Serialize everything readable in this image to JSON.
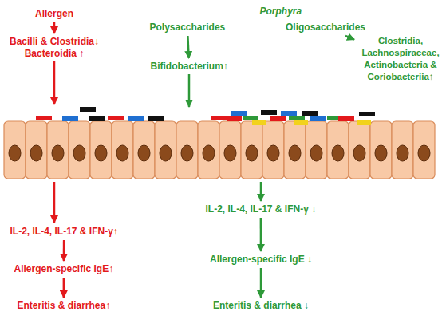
{
  "diagram": {
    "nodes": [
      {
        "text": [
          "Allergen"
        ]
      },
      {
        "text": [
          "Bacilli & Clostridia↓ Bacteroidia ↑"
        ]
      },
      {
        "text": [
          "IL-2, IL-4, IL-17 & IFN-γ↑"
        ]
      },
      {
        "text": [
          "Allergen-specific IgE↑"
        ]
      },
      {
        "text": [
          "Enteritis & diarrhea↑"
        ]
      },
      {
        "text": [
          "Polysaccharides"
        ]
      },
      {
        "text": [
          "Oligosaccharides"
        ]
      },
      {
        "text": [
          "Bifidobacterium↑"
        ]
      },
      {
        "text": [
          "Clostridia, Lachnospiraceae, Actinobacteria & Coriobacteriia↑"
        ]
      },
      {
        "text": [
          "IL-2, IL-4, IL-17 & IFN-γ ↓"
        ]
      },
      {
        "text": [
          "Allergen-specific IgE ↓"
        ]
      },
      {
        "text": [
          "Enteritis & diarrhea ↓"
        ]
      }
    ],
    "edges": [
      {
        "from": 0,
        "to": 1,
        "arrow": "to"
      },
      {
        "from": 2,
        "to": 3,
        "arrow": "to"
      },
      {
        "from": 3,
        "to": 4,
        "arrow": "to"
      },
      {
        "from": 5,
        "to": 7,
        "arrow": "to"
      },
      {
        "from": 6,
        "to": 8,
        "arrow": "to"
      },
      {
        "from": 9,
        "to": 10,
        "arrow": "to"
      },
      {
        "from": 10,
        "to": 11,
        "arrow": "to"
      }
    ],
    "labels": [
      "Porphyra"
    ]
  }
}
